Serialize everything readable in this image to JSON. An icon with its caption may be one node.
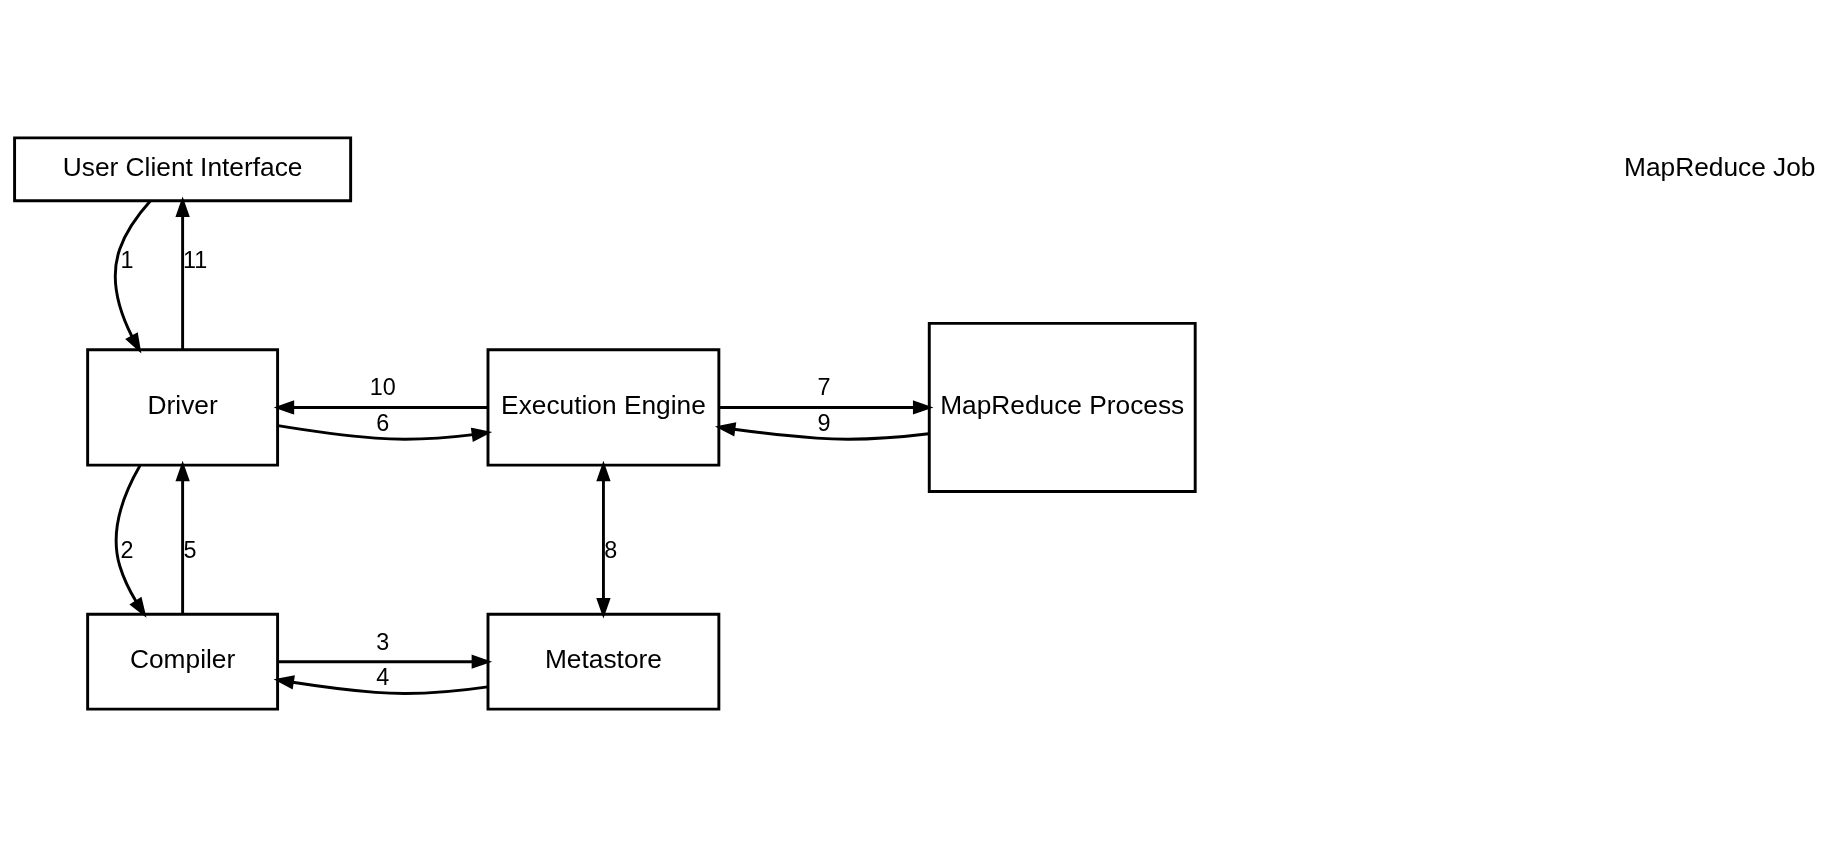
{
  "diagram": {
    "nodes": [
      {
        "text": [
          "User Client Interface"
        ]
      },
      {
        "text": [
          "Driver"
        ]
      },
      {
        "text": [
          "Execution Engine"
        ]
      },
      {
        "text": [
          "MapReduce Process"
        ]
      },
      {
        "text": [
          "Compiler"
        ]
      },
      {
        "text": [
          "Metastore"
        ]
      }
    ],
    "edges": [
      {
        "from": 0,
        "to": 1,
        "arrow": "to",
        "label": "1"
      },
      {
        "from": 1,
        "to": 4,
        "arrow": "to",
        "label": "2"
      },
      {
        "from": 4,
        "to": 5,
        "arrow": "to",
        "label": "3"
      },
      {
        "from": 5,
        "to": 4,
        "arrow": "to",
        "label": "4"
      },
      {
        "from": 4,
        "to": 1,
        "arrow": "to",
        "label": "5"
      },
      {
        "from": 1,
        "to": 2,
        "arrow": "to",
        "label": "6"
      },
      {
        "from": 2,
        "to": 3,
        "arrow": "to",
        "label": "7"
      },
      {
        "from": 2,
        "to": 5,
        "arrow": "both",
        "label": "8"
      },
      {
        "from": 3,
        "to": 2,
        "arrow": "to",
        "label": "9"
      },
      {
        "from": 2,
        "to": 1,
        "arrow": "to",
        "label": "10"
      },
      {
        "from": 1,
        "to": 0,
        "arrow": "to",
        "label": "11"
      }
    ],
    "labels": [
      "MapReduce Job"
    ]
  }
}
